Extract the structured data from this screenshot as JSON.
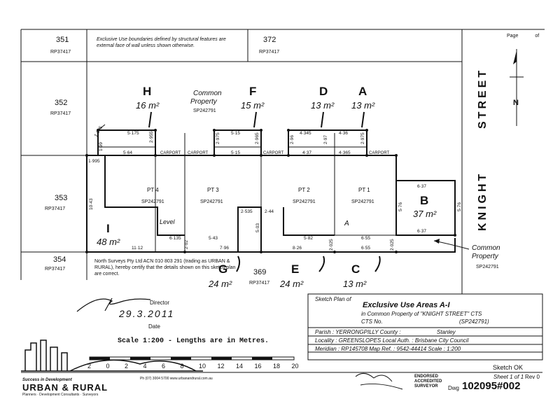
{
  "header": {
    "page_label": "Page",
    "page_of": "of"
  },
  "note": "Exclusive Use boundaries defined by structural features are external face of wall unless shown otherwise.",
  "street": {
    "word1": "STREET",
    "word2": "KNIGHT",
    "north": "N"
  },
  "lots": {
    "l351": "351",
    "rp351": "RP37417",
    "l372": "372",
    "rp372": "RP37417",
    "l352": "352",
    "rp352": "RP37417",
    "l353": "353",
    "rp353": "RP37417",
    "l354": "354",
    "rp354": "RP37417",
    "l369": "369",
    "rp369": "RP37417"
  },
  "areas": {
    "H": {
      "letter": "H",
      "area": "16 m²"
    },
    "F": {
      "letter": "F",
      "area": "15 m²"
    },
    "D": {
      "letter": "D",
      "area": "13 m²"
    },
    "A": {
      "letter": "A",
      "area": "13 m²"
    },
    "B": {
      "letter": "B",
      "area": "37 m²"
    },
    "I": {
      "letter": "I",
      "area": "48 m²"
    },
    "G": {
      "letter": "G",
      "area": "24 m²"
    },
    "E": {
      "letter": "E",
      "area": "24 m²"
    },
    "C": {
      "letter": "C",
      "area": "13 m²"
    },
    "A_small": "A",
    "level": "Level"
  },
  "common_property": {
    "line1": "Common",
    "line2": "Property",
    "plan": "SP242791"
  },
  "pts": {
    "pt4": "PT 4",
    "pt3": "PT 3",
    "pt2": "PT 2",
    "pt1": "PT 1",
    "sp": "SP242791"
  },
  "carports": [
    "CARPORT",
    "CARPORT",
    "CARPORT",
    "CARPORT"
  ],
  "dims": {
    "d5175": "5·175",
    "d1095": "1·095",
    "d199": "1·99",
    "d2955": "2·955",
    "d564": "5·64",
    "d2975": "2·975",
    "d515a": "5·15",
    "d515b": "5·15",
    "d2965": "2·965",
    "d296": "2·96",
    "d4345": "4·345",
    "d297": "2·97",
    "d437": "4·37",
    "d436": "4·36",
    "d2975b": "2·975",
    "d4365": "4·365",
    "d1995": "1·995",
    "d1043": "10·43",
    "d6135": "6·135",
    "d112": "11·12",
    "d202": "2·02",
    "d543": "5·43",
    "d796": "7·96",
    "d2535": "2·535",
    "d244": "2·44",
    "d503": "5·03",
    "d582": "5·82",
    "d826": "8·26",
    "d2025": "2·025",
    "d655a": "6·55",
    "d655b": "6·55",
    "d2025b": "2·025",
    "d637a": "6·37",
    "d637b": "6·37",
    "d576a": "5·76",
    "d576b": "5·76"
  },
  "certificate": "North Surveys Pty Ltd ACN 010 803 291 (trading as URBAN & RURAL), hereby certify that the details shown on this sketch plan are correct.",
  "signature": {
    "role": "Director",
    "date": "29.3.2011",
    "date_label": "Date"
  },
  "scale": {
    "title": "Scale 1:200 - Lengths are in Metres.",
    "ticks": [
      "2",
      "0",
      "2",
      "4",
      "6",
      "8",
      "10",
      "12",
      "14",
      "16",
      "18",
      "20"
    ]
  },
  "titleblock": {
    "sketch_plan_of": "Sketch Plan of",
    "heading": "Exclusive Use Areas A-I",
    "in_common": "in Common Property of \"KNIGHT STREET\" CTS",
    "cts_no": "CTS No.",
    "sp_ref": "(SP242791)",
    "parish": "Parish : YERRONGPILLY County :",
    "county": "Stanley",
    "locality": "Locality : GREENSLOPES  Local Auth. : Brisbane City Council",
    "meridian": "Meridian : RP145708  Map Ref. : 9542-44414  Scale : 1:200",
    "sketch_ok": "Sketch OK",
    "endorsed1": "ENDORSED",
    "endorsed2": "ACCREDITED",
    "endorsed3": "SURVEYOR",
    "sheet": "Sheet 1 of 1",
    "rev": "Rev 0",
    "dwg_prefix": "Dwg",
    "dwg": "102095#002"
  },
  "brand": {
    "tagline": "Success in Development",
    "name": "URBAN & RURAL",
    "sub": "Planners · Development Consultants · Surveyors",
    "contact": "Ph (07) 3004 5700  www.urbanandrural.com.au"
  }
}
